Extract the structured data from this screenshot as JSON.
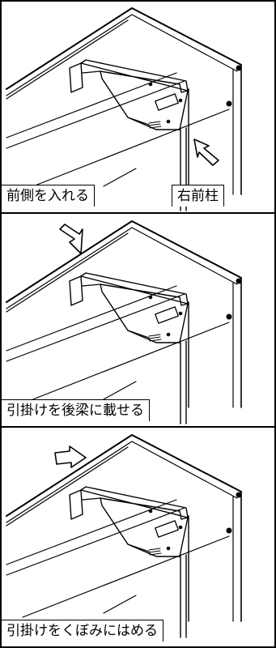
{
  "panels": [
    {
      "labels": [
        "前側を入れる",
        "右前柱"
      ],
      "arrow": "arrow-up-left"
    },
    {
      "labels": [
        "引掛けを後梁に載せる"
      ],
      "arrow": "arrow-down-right"
    },
    {
      "labels": [
        "引掛けをくぼみにはめる"
      ],
      "arrow": "arrow-right"
    }
  ],
  "colors": {
    "line": "#000000",
    "background": "#ffffff"
  }
}
